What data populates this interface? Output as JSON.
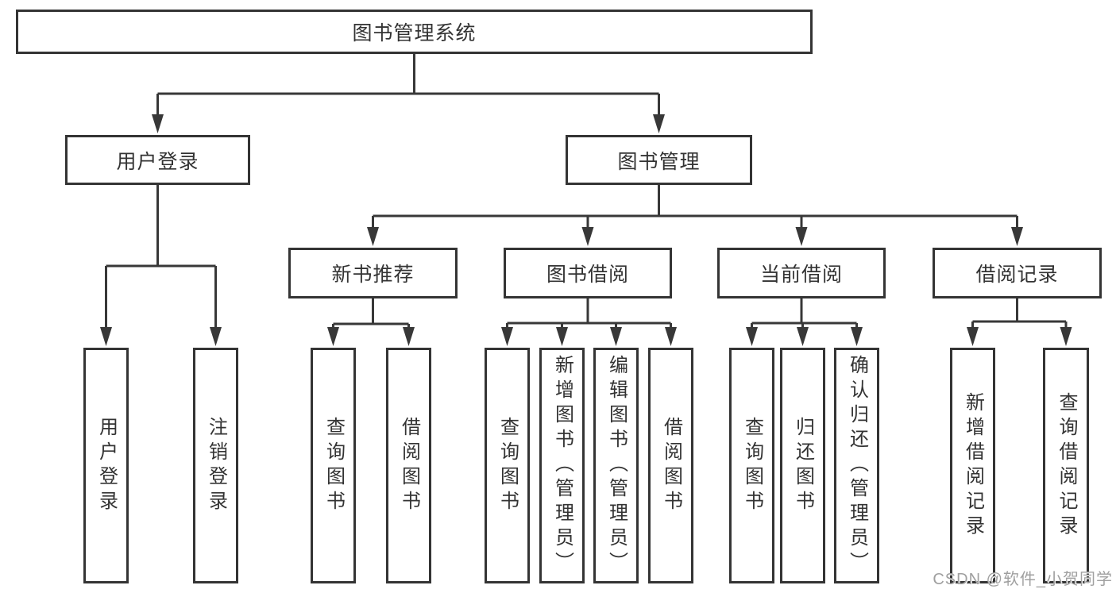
{
  "watermark": {
    "text": "CSDN @软件_小贺同学"
  },
  "tree": {
    "label": "图书管理系统",
    "children": [
      {
        "label": "用户登录",
        "children": [
          {
            "label": "用户登录"
          },
          {
            "label": "注销登录"
          }
        ]
      },
      {
        "label": "图书管理",
        "children": [
          {
            "label": "新书推荐",
            "children": [
              {
                "label": "查询图书"
              },
              {
                "label": "借阅图书"
              }
            ]
          },
          {
            "label": "图书借阅",
            "children": [
              {
                "label": "查询图书"
              },
              {
                "label": "新增图书（管理员）"
              },
              {
                "label": "编辑图书（管理员）"
              },
              {
                "label": "借阅图书"
              }
            ]
          },
          {
            "label": "当前借阅",
            "children": [
              {
                "label": "查询图书"
              },
              {
                "label": "归还图书"
              },
              {
                "label": "确认归还（管理员）"
              }
            ]
          },
          {
            "label": "借阅记录",
            "children": [
              {
                "label": "新增借阅记录"
              },
              {
                "label": "查询借阅记录"
              }
            ]
          }
        ]
      }
    ]
  },
  "colors": {
    "line": "#383838",
    "border": "#343434",
    "text": "#333333",
    "watermark": "#a0a0a0",
    "background": "#ffffff"
  }
}
